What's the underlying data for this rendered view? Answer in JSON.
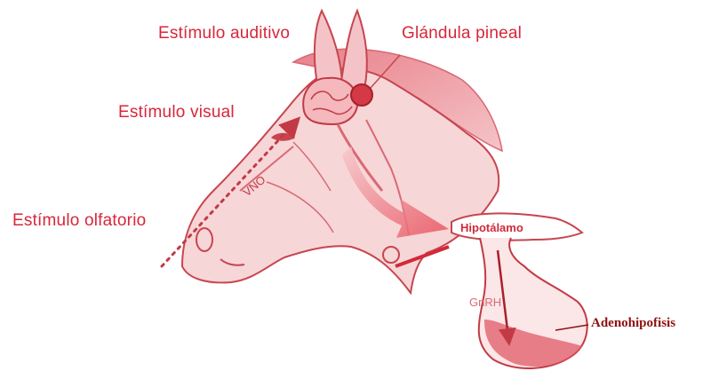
{
  "labels": {
    "auditory": "Estímulo auditivo",
    "pineal": "Glándula  pineal",
    "visual": "Estímulo visual",
    "olfactory": "Estímulo olfatorio",
    "vno": "VNO",
    "hypothalamus": "Hipotálamo",
    "gnrh": "GnRH",
    "adenohypophysis": "Adenohipofisis"
  },
  "colors": {
    "label_red": "#d8263a",
    "label_dark": "#8f1010",
    "head_fill": "#f7d6d8",
    "head_line": "#c8454f",
    "accent": "#e0303f"
  }
}
